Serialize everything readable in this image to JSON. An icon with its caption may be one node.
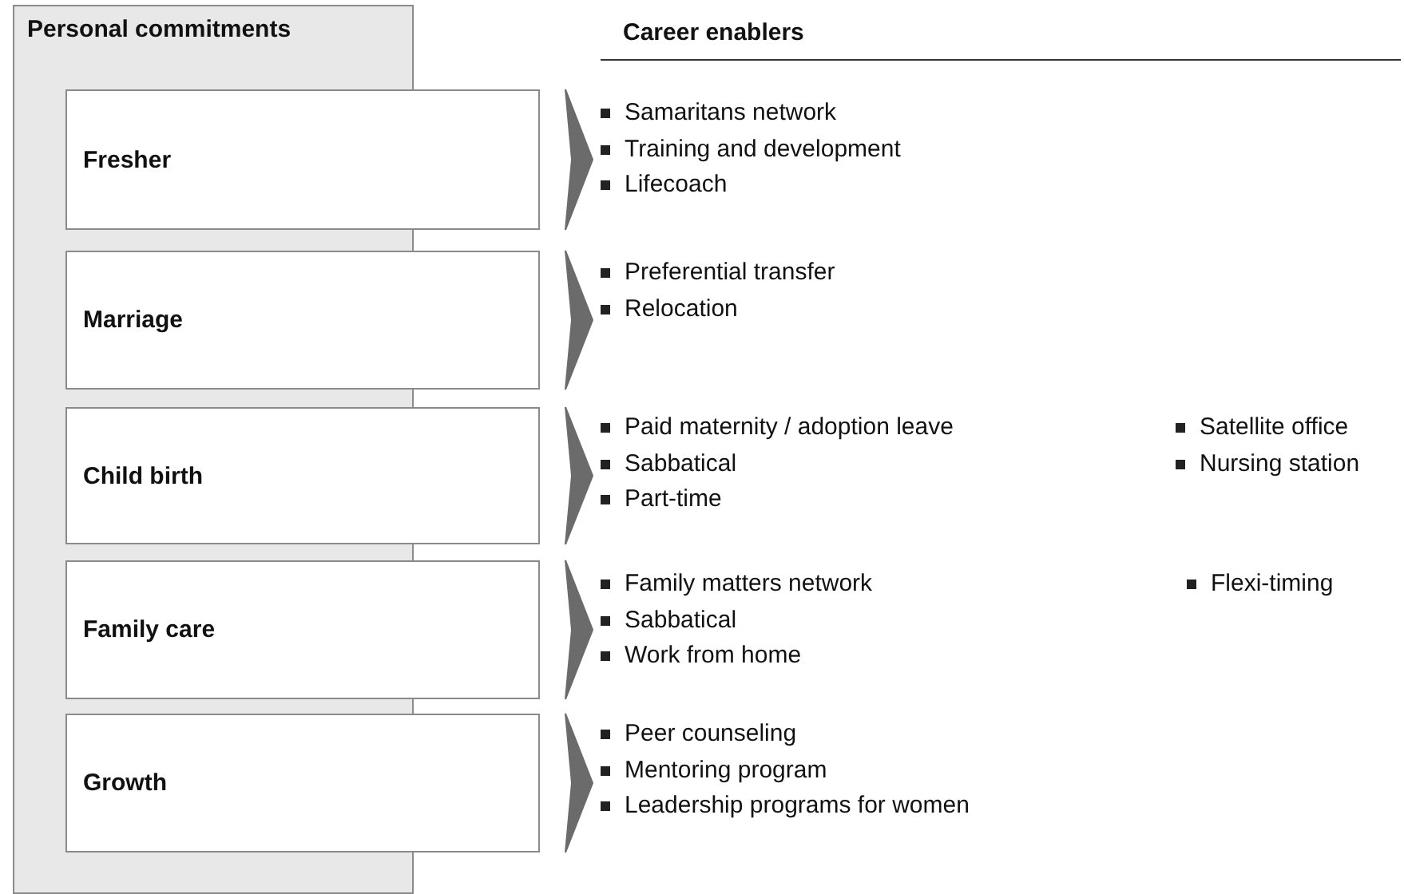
{
  "diagram": {
    "nodes": [
      {
        "text": [
          "Personal commitments"
        ]
      },
      {
        "text": [
          "Fresher"
        ]
      },
      {
        "text": [
          "Marriage"
        ]
      },
      {
        "text": [
          "Child birth"
        ]
      },
      {
        "text": [
          "Family care"
        ]
      },
      {
        "text": [
          "Growth"
        ]
      },
      {
        "text": [
          "Samaritans network",
          "Training and development",
          "Lifecoach"
        ]
      },
      {
        "text": [
          "Preferential transfer",
          "Relocation"
        ]
      },
      {
        "text": [
          "Paid maternity / adoption leave",
          "Sabbatical",
          "Part-time",
          "Satellite office",
          "Nursing station"
        ]
      },
      {
        "text": [
          "Family matters network",
          "Sabbatical",
          "Work from home",
          "Flexi-timing"
        ]
      },
      {
        "text": [
          "Peer counseling",
          "Mentoring program",
          "Leadership programs for women"
        ]
      }
    ],
    "edges": [
      {
        "from": 1,
        "to": 6,
        "arrow": "to"
      },
      {
        "from": 2,
        "to": 7,
        "arrow": "to"
      },
      {
        "from": 3,
        "to": 8,
        "arrow": "to"
      },
      {
        "from": 4,
        "to": 9,
        "arrow": "to"
      },
      {
        "from": 5,
        "to": 10,
        "arrow": "to"
      }
    ],
    "labels": [
      "Career enablers"
    ]
  }
}
